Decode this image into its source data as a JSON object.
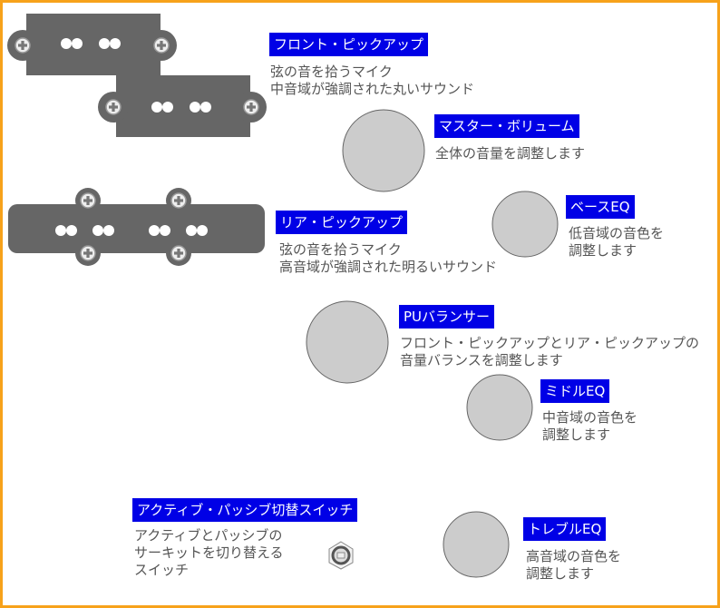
{
  "colors": {
    "label_bg": "#0000e6",
    "border": "#f7a21b",
    "pickup": "#666666",
    "knob": "#cccccc"
  },
  "labels": {
    "front_pickup": {
      "title": "フロント・ピックアップ",
      "desc": "弦の音を拾うマイク\n中音域が強調された丸いサウンド"
    },
    "master_volume": {
      "title": "マスター・ボリューム",
      "desc": "全体の音量を調整します"
    },
    "bass_eq": {
      "title": "ベースEQ",
      "desc": "低音域の音色を\n調整します"
    },
    "rear_pickup": {
      "title": "リア・ピックアップ",
      "desc": "弦の音を拾うマイク\n高音域が強調された明るいサウンド"
    },
    "pu_balancer": {
      "title": "PUバランサー",
      "desc": "フロント・ピックアップとリア・ピックアップの\n音量バランスを調整します"
    },
    "mid_eq": {
      "title": "ミドルEQ",
      "desc": "中音域の音色を\n調整します"
    },
    "switch": {
      "title": "アクティブ・パッシブ切替スイッチ",
      "desc": "アクティブとパッシブの\nサーキットを切り替える\nスイッチ"
    },
    "treble_eq": {
      "title": "トレブルEQ",
      "desc": "高音域の音色を\n調整します"
    }
  }
}
